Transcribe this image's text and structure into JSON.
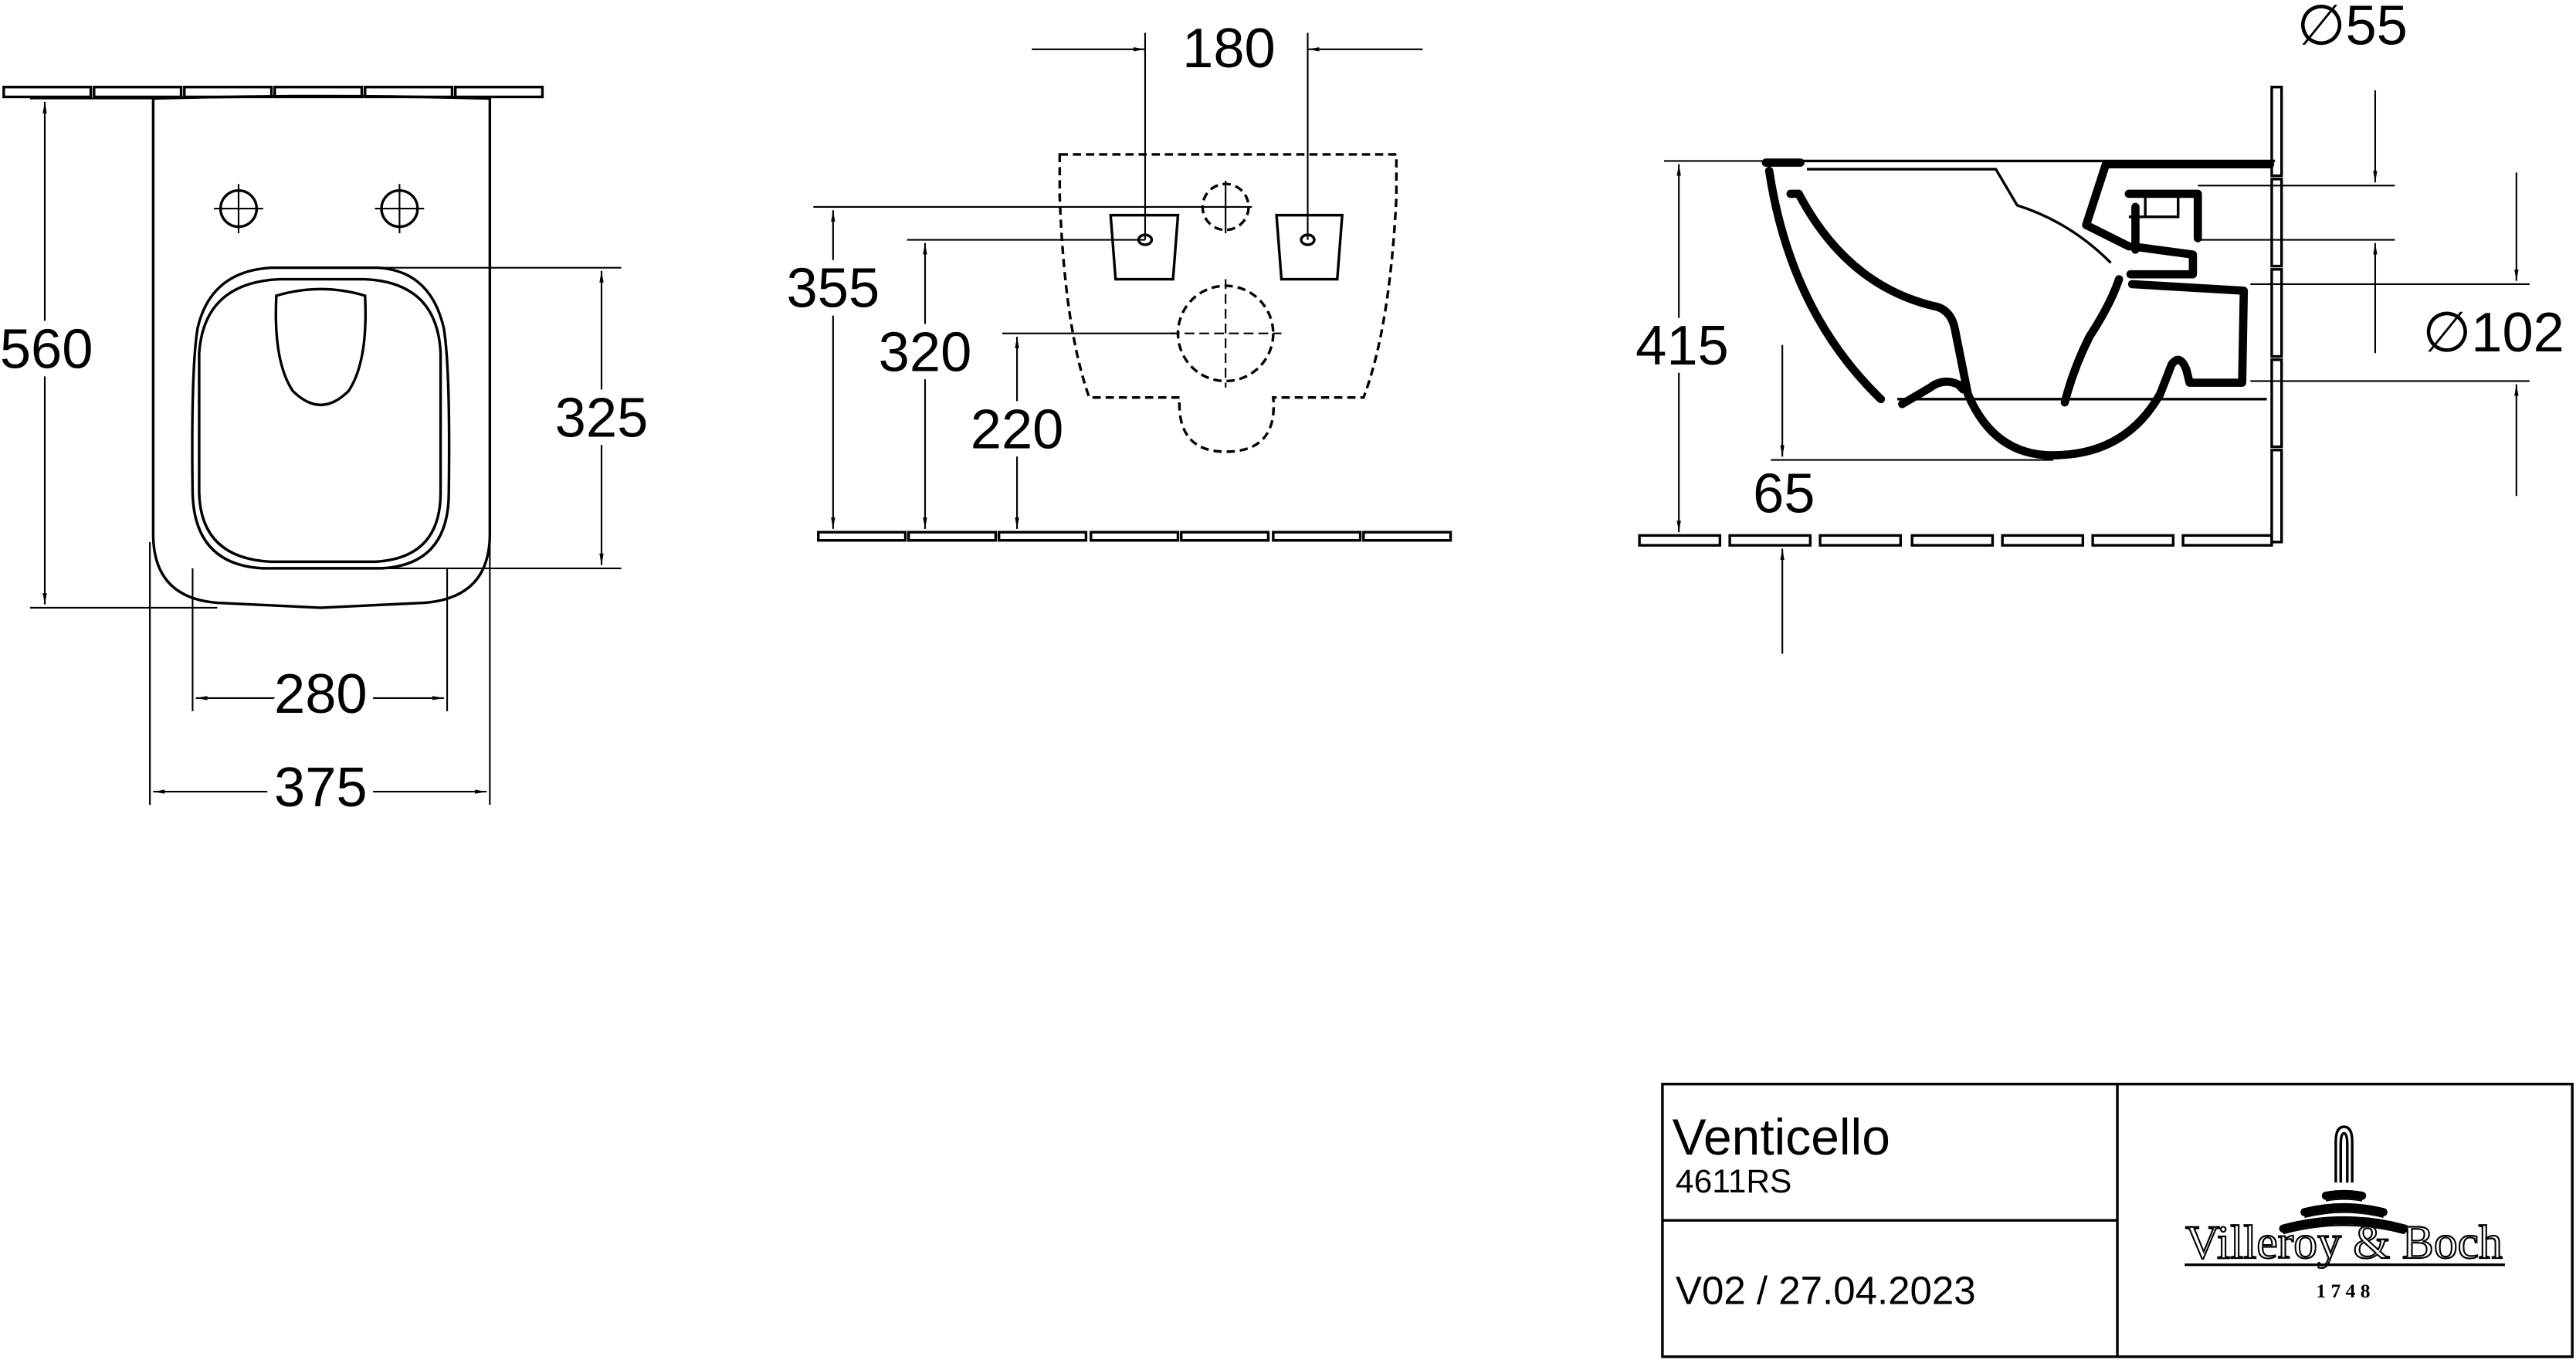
{
  "drawing": {
    "top_view": {
      "width_outer": "375",
      "width_seat": "280",
      "length": "560",
      "seat_length": "325"
    },
    "wall_view": {
      "bracket_spacing": "180",
      "height_upper_hole": "355",
      "height_brackets": "320",
      "height_drain": "220"
    },
    "side_view": {
      "height": "415",
      "bottom_clearance": "65",
      "inlet_diameter": "∅55",
      "outlet_diameter": "∅102"
    }
  },
  "title_block": {
    "product_name": "Venticello",
    "article_number": "4611RS",
    "version_date": "V02 / 27.04.2023",
    "logo": {
      "brand": "Villeroy & Boch",
      "year": "1748"
    }
  }
}
